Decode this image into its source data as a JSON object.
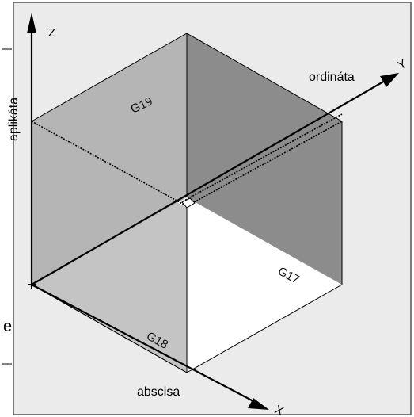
{
  "axes": {
    "z": "Z",
    "y": "Y",
    "x": "X",
    "z_name": "aplikáta",
    "y_name": "ordináta",
    "x_name": "abscisa"
  },
  "planes": {
    "g17": "G17",
    "g18": "G18",
    "g19": "G19"
  },
  "edge_marks": {
    "right_letter": "e"
  },
  "colors": {
    "background": "#ebebeb",
    "frame": "#555555",
    "plane_g19": "#b5b5b5",
    "plane_right_wall": "#8c8c8c",
    "plane_left_wall": "#c4c4c4",
    "plane_floor": "#ffffff",
    "axis": "#000000"
  }
}
